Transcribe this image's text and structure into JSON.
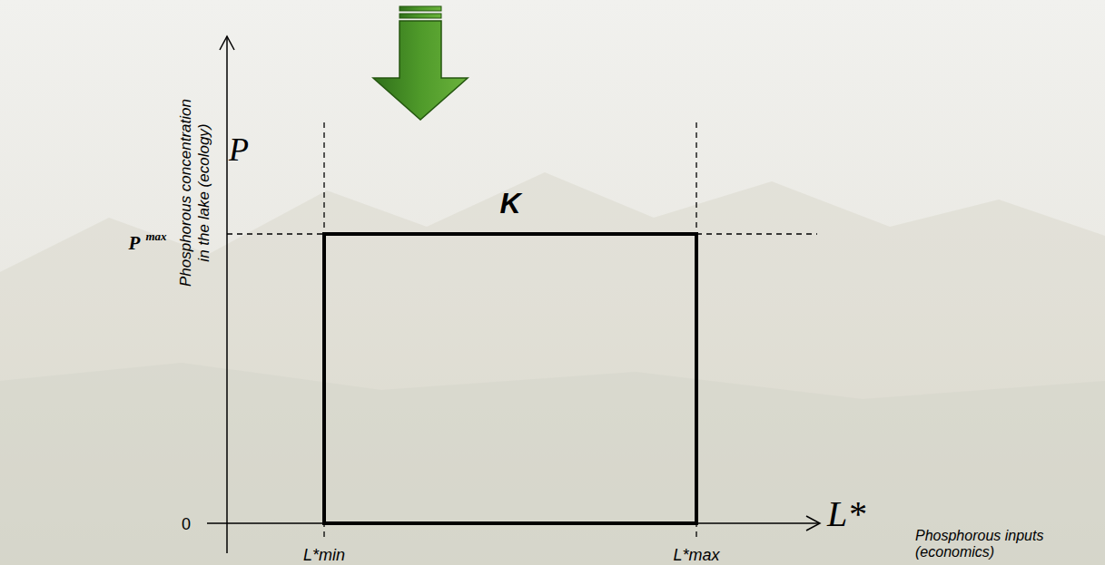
{
  "diagram": {
    "nodes": [
      {
        "text": [
          "K"
        ]
      }
    ],
    "labels": [
      "Phosphorous concentration in the lake (ecology)",
      "P",
      "P",
      "max",
      "0",
      "L*",
      "L*min",
      "L*max",
      "Phosphorous inputs (economics)"
    ]
  }
}
